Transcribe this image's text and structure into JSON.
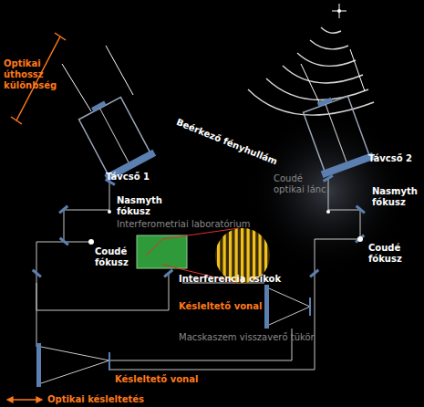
{
  "diagram": {
    "labels": [
      "Optikai úthossz különbség",
      "Beérkező fényhullám",
      "Távcső 1",
      "Nasmyth fókusz",
      "Coudé fókusz",
      "Interferometriai laboratórium",
      "Interferencia csíkok",
      "Coudé optikai lánc",
      "Távcső 2",
      "Nasmyth fókusz",
      "Coudé fókusz",
      "Késleltető vonal",
      "Macskaszem visszaverő tükör",
      "Késleltető vonal",
      "Optikai késleltetés"
    ]
  }
}
